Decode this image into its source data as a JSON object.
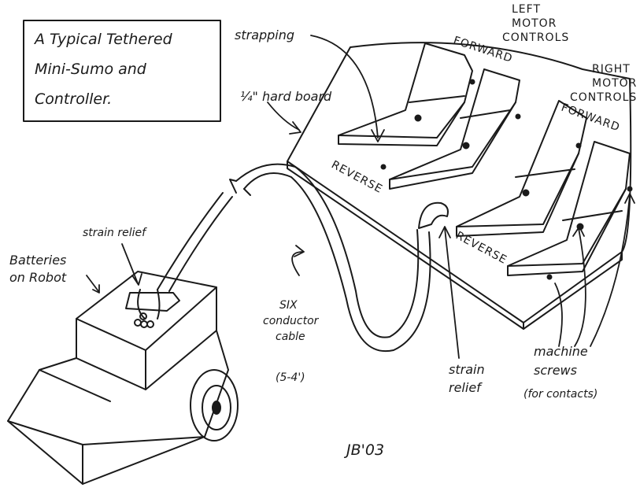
{
  "title_lines": [
    "A Typical Tethered",
    "Mini-Sumo and",
    "Controller."
  ],
  "labels": {
    "strapping": "strapping",
    "hard_board": "¼\" hard board",
    "left_motor": [
      "LEFT",
      "MOTOR",
      "CONTROLS"
    ],
    "right_motor": [
      "RIGHT",
      "MOTOR",
      "CONTROLS"
    ],
    "forward_left": "FORWARD",
    "forward_right": "FORWARD",
    "reverse_left": "REVERSE",
    "reverse_right": "REVERSE",
    "strain_relief_robot": "strain relief",
    "batteries": [
      "Batteries",
      "on Robot"
    ],
    "cable": [
      "SIX",
      "conductor",
      "cable",
      "(5-4')"
    ],
    "strain_relief_board": [
      "strain",
      "relief"
    ],
    "machine_screws": [
      "machine",
      "screws",
      "(for contacts)"
    ],
    "signature": "JB'03"
  }
}
